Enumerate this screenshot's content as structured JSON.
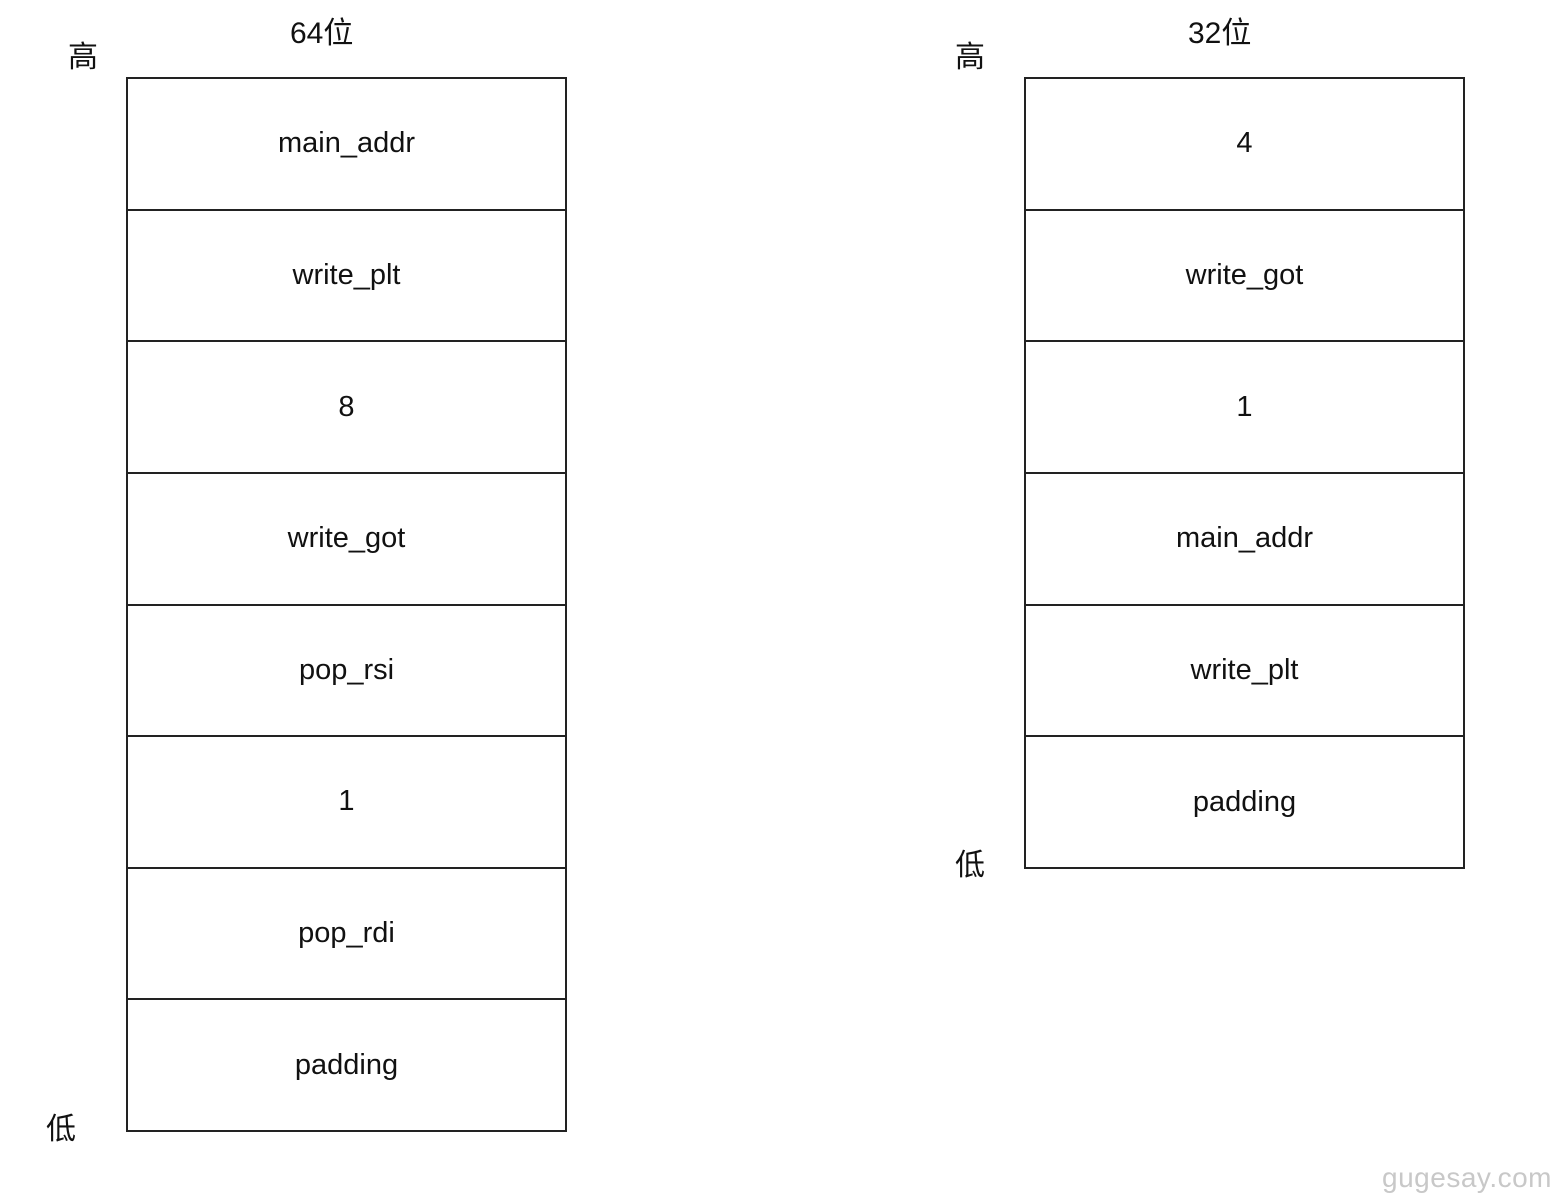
{
  "stacks": [
    {
      "id": "64",
      "title": "64位",
      "high_label": "高",
      "low_label": "低",
      "cells": [
        "main_addr",
        "write_plt",
        "8",
        "write_got",
        "pop_rsi",
        "1",
        "pop_rdi",
        "padding"
      ]
    },
    {
      "id": "32",
      "title": "32位",
      "high_label": "高",
      "low_label": "低",
      "cells": [
        "4",
        "write_got",
        "1",
        "main_addr",
        "write_plt",
        "padding"
      ]
    }
  ],
  "watermark": "gugesay.com"
}
